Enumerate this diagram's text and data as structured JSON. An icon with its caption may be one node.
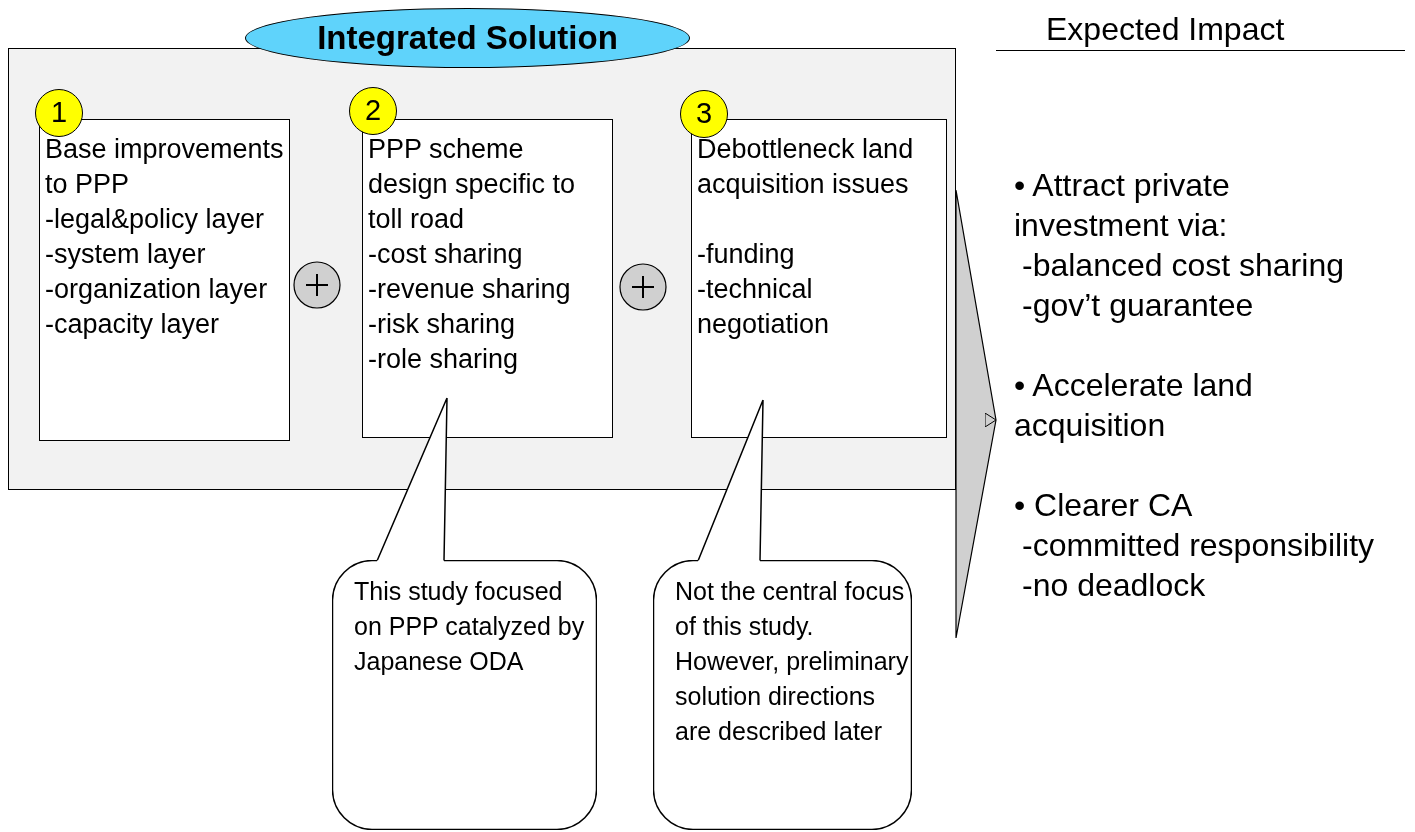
{
  "diagram": {
    "nodes": [
      {
        "text": [],
        "shape": "box"
      },
      {
        "text": [
          "Integrated Solution"
        ]
      },
      {
        "text": [
          "1"
        ],
        "in": 0
      },
      {
        "text": [
          "Base improvements to PPP",
          "-legal&policy layer",
          "-system layer",
          "-organization layer",
          "-capacity layer"
        ],
        "in": 0
      },
      {
        "text": [
          "2"
        ],
        "in": 0
      },
      {
        "text": [
          "PPP scheme design specific to toll road",
          "-cost sharing",
          "-revenue sharing",
          "-risk sharing",
          "-role sharing"
        ],
        "in": 0
      },
      {
        "text": [
          "3"
        ],
        "in": 0
      },
      {
        "text": [
          "Debottleneck land acquisition issues",
          "-funding",
          "-technical negotiation"
        ],
        "in": 0
      },
      {
        "text": [
          "This study focused on PPP catalyzed by Japanese ODA"
        ]
      },
      {
        "text": [
          "Not the central focus of this study. However, preliminary solution directions are described later"
        ]
      },
      {
        "text": [
          "• Attract private investment via:",
          "-balanced cost sharing",
          "-gov’t guarantee",
          "• Accelerate land acquisition",
          "• Clearer CA",
          "-committed responsibility",
          "-no deadlock"
        ]
      }
    ],
    "edges": [
      {
        "from": 8,
        "to": 5,
        "arrow": "none"
      },
      {
        "from": 9,
        "to": 7,
        "arrow": "none"
      },
      {
        "from": 0,
        "to": 10,
        "arrow": "to"
      }
    ],
    "labels": [
      "Expected Impact"
    ]
  }
}
